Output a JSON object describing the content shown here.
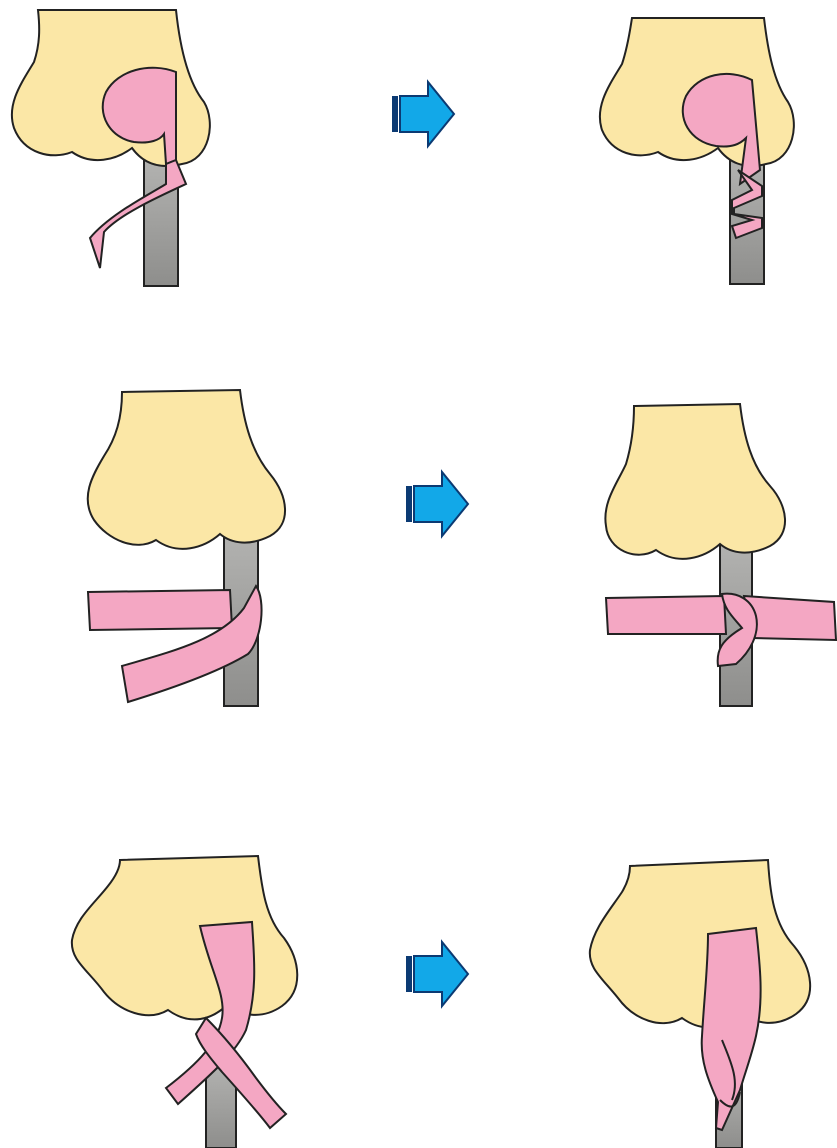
{
  "colors": {
    "nose": "#FBE7A6",
    "ribbon": "#F4A7C3",
    "tube": "#A9A9A7",
    "tube_shade": "#8C8C8A",
    "outline": "#222222",
    "arrow": "#12A8E8",
    "arrow_edge": "#0B3A73"
  },
  "steps": [
    {
      "row": 1,
      "before": "loop-ribbon-around-tube-start",
      "after": "ribbon-wrapped-spiral"
    },
    {
      "row": 2,
      "before": "two-strands-crossing-tube",
      "after": "strands-wrapped-horizontal"
    },
    {
      "row": 3,
      "before": "strands-crossed-under-nose",
      "after": "strands-twisted-up"
    }
  ],
  "icons": [
    "right-arrow-icon",
    "right-arrow-icon",
    "right-arrow-icon"
  ]
}
